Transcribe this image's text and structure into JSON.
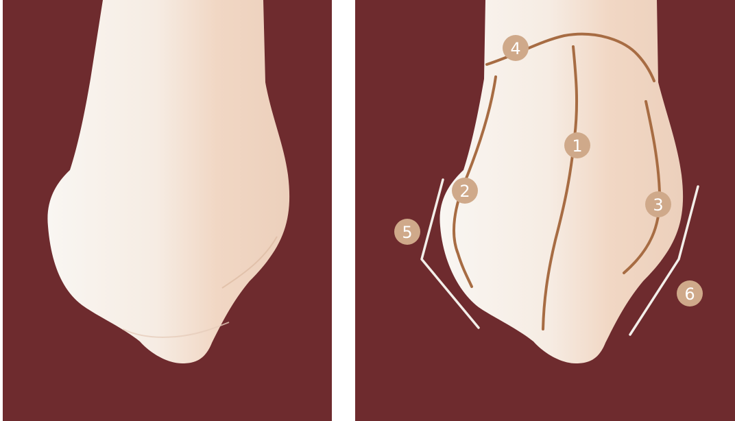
{
  "figure": {
    "colors": {
      "background": "#6e2b2e",
      "tooth_light": "#f7f3ee",
      "tooth_warm": "#f0d5c2",
      "tooth_shadow": "#e4c3ad",
      "contour_line": "#a76c43",
      "angle_line": "#f3efea",
      "badge_fill": "#cfa98a",
      "badge_text": "#ffffff"
    },
    "labels": {
      "l1": "1",
      "l2": "2",
      "l3": "3",
      "l4": "4",
      "l5": "5",
      "l6": "6"
    }
  }
}
